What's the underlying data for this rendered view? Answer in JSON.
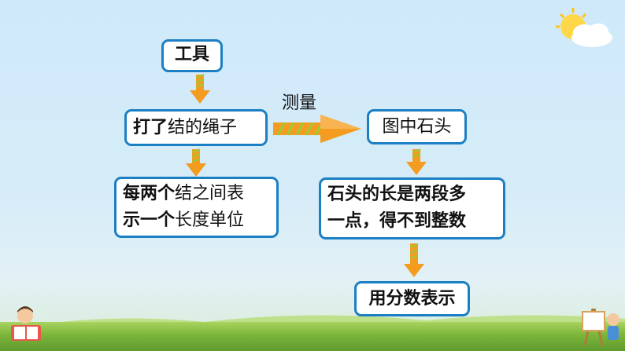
{
  "boxes": {
    "tool": "工具",
    "rope_bold": "打了",
    "rope_rest": "结的绳子",
    "unit_line1_bold": "每两个",
    "unit_line1_rest": "结之间表",
    "unit_line2_bold": "示一个",
    "unit_line2_rest": "长度单位",
    "stone": "图中石头",
    "length_line1_bold": "石",
    "length_line1_rest": "头的长是两段多",
    "length_line2": "一点，得不到整数",
    "fraction": "用分数表示"
  },
  "edge_label": "测量",
  "colors": {
    "box_border": "#1b7fc4",
    "arrow_orange": "#f39c1f",
    "arrow_stripe": "#9ccb3b"
  }
}
